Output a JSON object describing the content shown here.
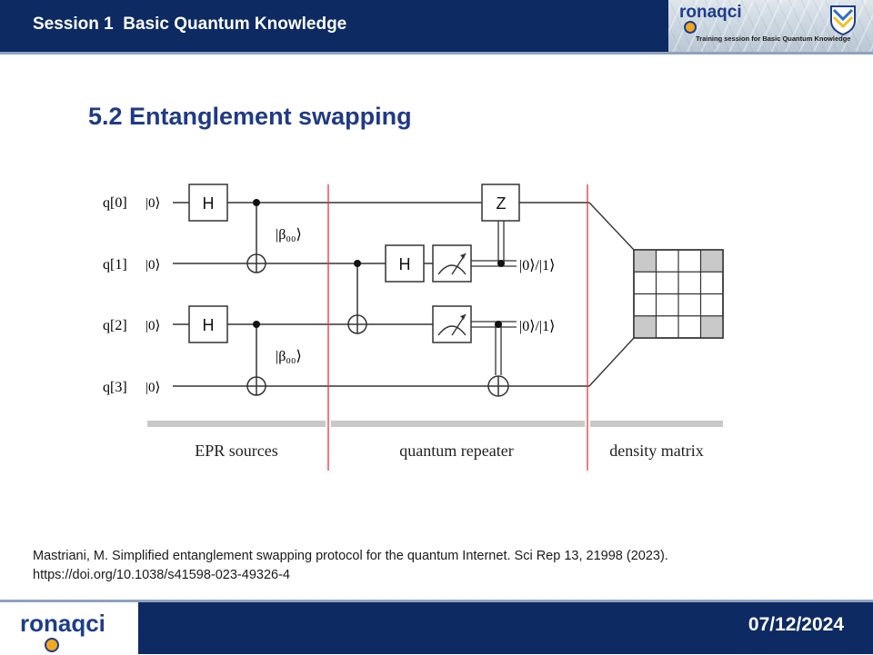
{
  "header": {
    "session_title": "Session 1  Basic Quantum Knowledge",
    "brand_logo_text": "ronaqci",
    "brand_tagline": "Training session for Basic Quantum Knowledge"
  },
  "slide": {
    "title": "5.2 Entanglement swapping"
  },
  "diagram": {
    "qubits": [
      {
        "label": "q[0]",
        "init": "|0⟩"
      },
      {
        "label": "q[1]",
        "init": "|0⟩"
      },
      {
        "label": "q[2]",
        "init": "|0⟩"
      },
      {
        "label": "q[3]",
        "init": "|0⟩"
      }
    ],
    "gates": {
      "h": "H",
      "z": "Z"
    },
    "bell_state_label": "|β₀₀⟩",
    "measurement_output": "|0⟩/|1⟩",
    "sections": {
      "epr": "EPR sources",
      "repeater": "quantum repeater",
      "density": "density matrix"
    },
    "colors": {
      "divider": "#e03a3a",
      "section_bar": "#c8c8c8",
      "matrix_shaded": "#c9c9c9"
    }
  },
  "reference": {
    "line1": "Mastriani, M. Simplified entanglement swapping protocol for the quantum Internet. Sci Rep 13, 21998 (2023).",
    "line2": "https://doi.org/10.1038/s41598-023-49326-4"
  },
  "footer": {
    "logo_text": "ronaqci",
    "date": "07/12/2024"
  }
}
